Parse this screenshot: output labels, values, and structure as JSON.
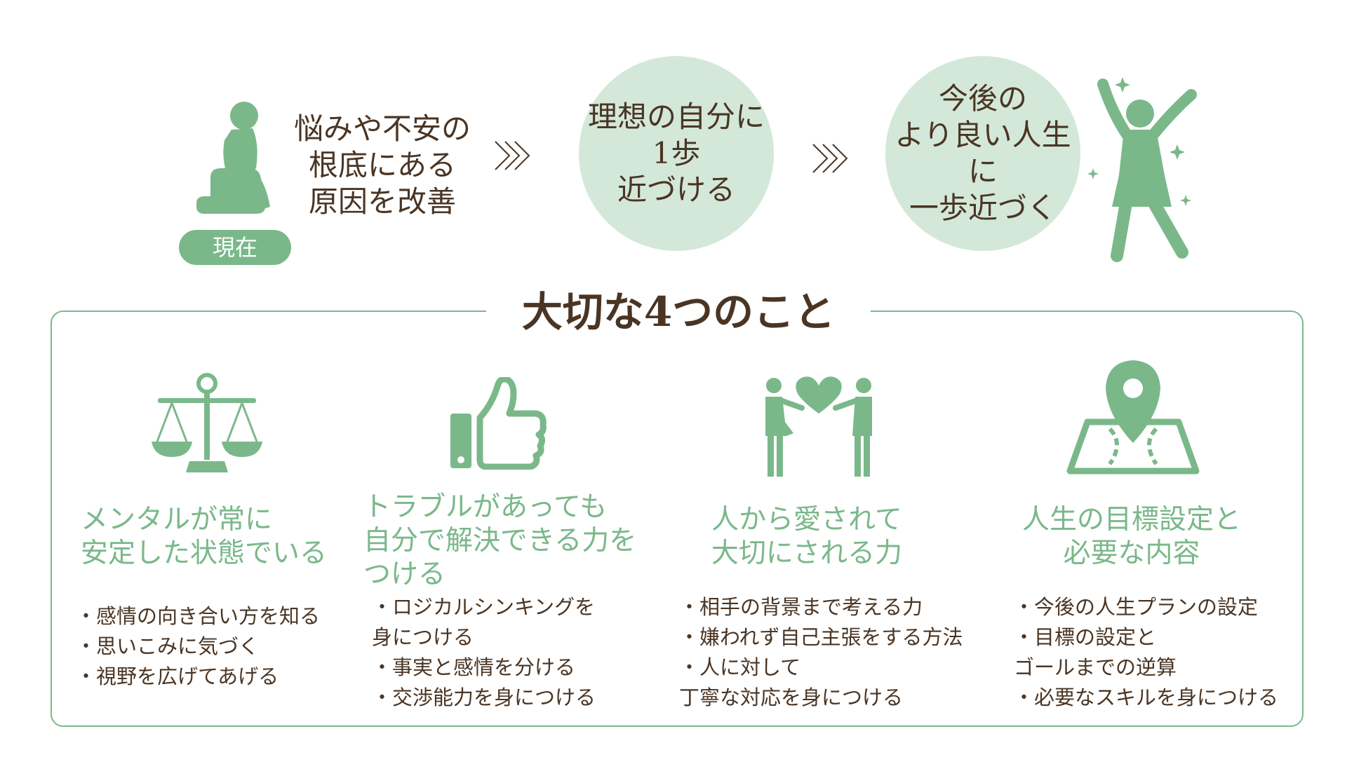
{
  "colors": {
    "accent": "#7ab88a",
    "circle": "#d3e8d9",
    "text": "#4a3524"
  },
  "flow": {
    "current_badge": "現在",
    "step1": [
      "悩みや不安の",
      "根底にある",
      "原因を改善"
    ],
    "step2": [
      "理想の自分に",
      "1歩",
      "近づける"
    ],
    "step3": [
      "今後の",
      "より良い人生に",
      "一歩近づく"
    ]
  },
  "section_title": "大切な4つのこと",
  "columns": [
    {
      "icon": "scale-icon",
      "title": [
        "メンタルが常に",
        "安定した状態でいる"
      ],
      "items": [
        "・感情の向き合い方を知る",
        "・思いこみに気づく",
        "・視野を広げてあげる"
      ]
    },
    {
      "icon": "thumbs-up-icon",
      "title": [
        "トラブルがあっても",
        "自分で解決できる力を",
        "つける"
      ],
      "items": [
        "・ロジカルシンキングを",
        "身につける",
        "・事実と感情を分ける",
        "・交渉能力を身につける"
      ]
    },
    {
      "icon": "people-heart-icon",
      "title": [
        "人から愛されて",
        "大切にされる力"
      ],
      "items": [
        "・相手の背景まで考える力",
        "・嫌われず自己主張をする方法",
        "・人に対して",
        "丁寧な対応を身につける"
      ]
    },
    {
      "icon": "map-pin-icon",
      "title": [
        "人生の目標設定と",
        "必要な内容"
      ],
      "items": [
        "・今後の人生プランの設定",
        "・目標の設定と",
        "ゴールまでの逆算",
        "・必要なスキルを身につける"
      ]
    }
  ]
}
